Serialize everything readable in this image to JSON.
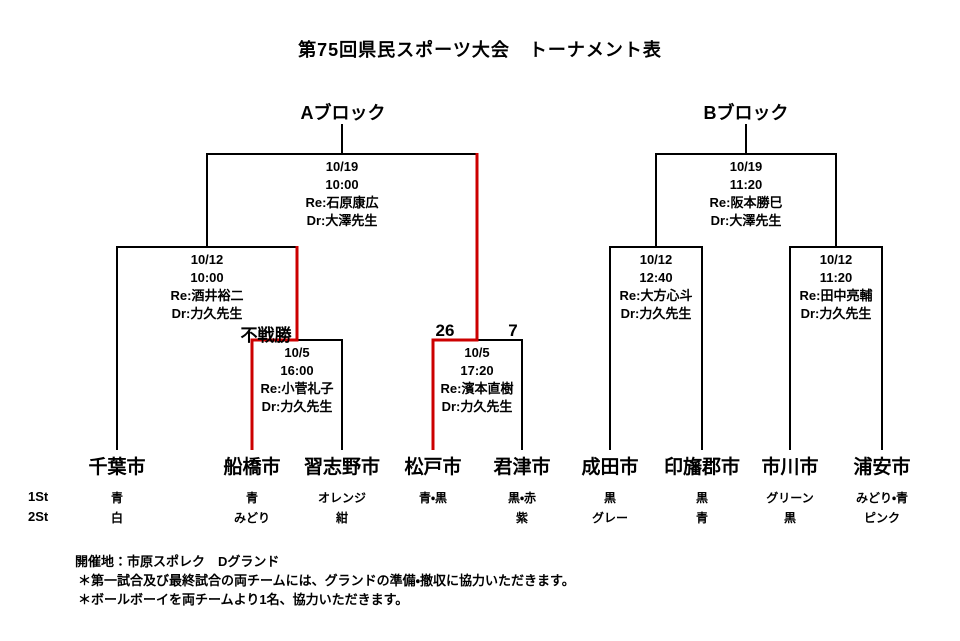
{
  "title": "第75回県民スポーツ大会　トーナメント表",
  "colors": {
    "line": "#000000",
    "winner_path": "#cc0000"
  },
  "block_a": {
    "label": "Aブロック",
    "final": {
      "date": "10/19",
      "time": "10:00",
      "referee": "Re:石原康広",
      "doctor": "Dr:大澤先生"
    },
    "semi": {
      "date": "10/12",
      "time": "10:00",
      "referee": "Re:酒井裕二",
      "doctor": "Dr:力久先生"
    },
    "round1_left": {
      "date": "10/5",
      "time": "16:00",
      "referee": "Re:小菅礼子",
      "doctor": "Dr:力久先生",
      "result_note": "不戦勝"
    },
    "round1_right": {
      "date": "10/5",
      "time": "17:20",
      "referee": "Re:濱本直樹",
      "doctor": "Dr:力久先生",
      "score_left": "26",
      "score_right": "7"
    }
  },
  "block_b": {
    "label": "Bブロック",
    "final": {
      "date": "10/19",
      "time": "11:20",
      "referee": "Re:阪本勝巳",
      "doctor": "Dr:大澤先生"
    },
    "semi_left": {
      "date": "10/12",
      "time": "12:40",
      "referee": "Re:大方心斗",
      "doctor": "Dr:力久先生"
    },
    "semi_right": {
      "date": "10/12",
      "time": "11:20",
      "referee": "Re:田中亮輔",
      "doctor": "Dr:力久先生"
    }
  },
  "uniform_rows": {
    "row1_label": "1St",
    "row2_label": "2St"
  },
  "teams": [
    {
      "name": "千葉市",
      "uniform_1st": "青",
      "uniform_2nd": "白"
    },
    {
      "name": "船橋市",
      "uniform_1st": "青",
      "uniform_2nd": "みどり"
    },
    {
      "name": "習志野市",
      "uniform_1st": "オレンジ",
      "uniform_2nd": "紺"
    },
    {
      "name": "松戸市",
      "uniform_1st": "青・黒",
      "uniform_2nd": ""
    },
    {
      "name": "君津市",
      "uniform_1st": "黒・赤",
      "uniform_2nd": "紫"
    },
    {
      "name": "成田市",
      "uniform_1st": "黒",
      "uniform_2nd": "グレー"
    },
    {
      "name": "印旛郡市",
      "uniform_1st": "黒",
      "uniform_2nd": "青"
    },
    {
      "name": "市川市",
      "uniform_1st": "グリーン",
      "uniform_2nd": "黒"
    },
    {
      "name": "浦安市",
      "uniform_1st": "みどり・青",
      "uniform_2nd": "ピンク"
    }
  ],
  "footer_notes": [
    "開催地：市原スポレク　Dグランド",
    "＊第一試合及び最終試合の両チームには、グランドの準備・撤収に協力いただきます。",
    "＊ボールボーイを両チームより1名、協力いただきます。"
  ]
}
